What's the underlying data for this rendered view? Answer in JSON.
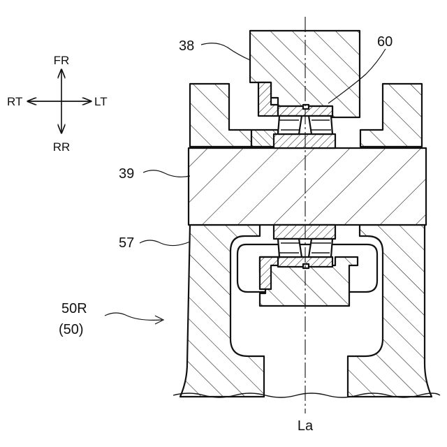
{
  "directions": {
    "front": "FR",
    "rear": "RR",
    "right": "RT",
    "left": "LT"
  },
  "labels": {
    "part_38": "38",
    "part_60": "60",
    "part_39": "39",
    "part_57": "57",
    "part_50r": "50R",
    "part_50": "(50)",
    "axis_la": "La"
  }
}
